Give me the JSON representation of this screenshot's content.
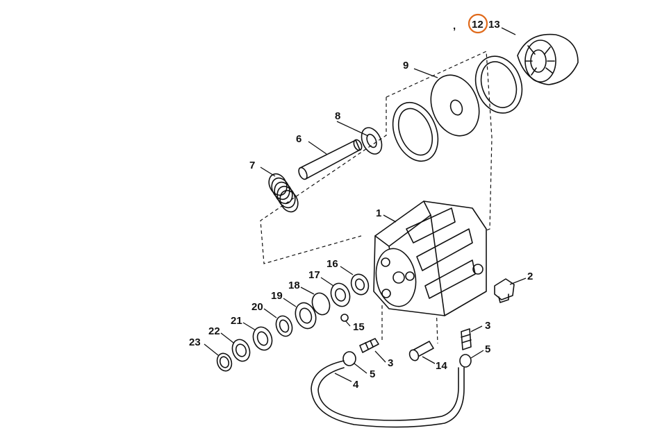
{
  "highlight_color": "#e06a1b",
  "callouts": {
    "c1": "1",
    "c2": "2",
    "c3a": "3",
    "c3b": "3",
    "c4": "4",
    "c5a": "5",
    "c5b": "5",
    "c6": "6",
    "c7": "7",
    "c8": "8",
    "c9": "9",
    "c12": "12",
    "c13": "13",
    "c14": "14",
    "c15": "15",
    "c16": "16",
    "c17": "17",
    "c18": "18",
    "c19": "19",
    "c20": "20",
    "c21": "21",
    "c22": "22",
    "c23": "23"
  },
  "stray_mark": ","
}
